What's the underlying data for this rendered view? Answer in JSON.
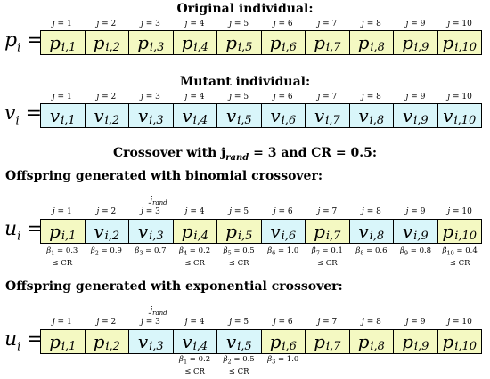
{
  "sections": {
    "original": "Original individual:",
    "mutant": "Mutant individual:",
    "crossover": "Crossover with j",
    "crossover_sub": "rand",
    "crossover_tail": " = 3 and CR = 0.5:",
    "binomial": "Offspring generated with binomial crossover:",
    "exponential": "Offspring generated with exponential crossover:"
  },
  "j_labels": [
    "j = 1",
    "j = 2",
    "j = 3",
    "j = 4",
    "j = 5",
    "j = 6",
    "j = 7",
    "j = 8",
    "j = 9",
    "j = 10"
  ],
  "jrand_label": "j",
  "jrand_sub": "rand",
  "rows": {
    "original": {
      "label": "p",
      "label_sub": "i",
      "eq": " =",
      "cells": [
        {
          "src": "p",
          "sub": "i,1"
        },
        {
          "src": "p",
          "sub": "i,2"
        },
        {
          "src": "p",
          "sub": "i,3"
        },
        {
          "src": "p",
          "sub": "i,4"
        },
        {
          "src": "p",
          "sub": "i,5"
        },
        {
          "src": "p",
          "sub": "i,6"
        },
        {
          "src": "p",
          "sub": "i,7"
        },
        {
          "src": "p",
          "sub": "i,8"
        },
        {
          "src": "p",
          "sub": "i,9"
        },
        {
          "src": "p",
          "sub": "i,10"
        }
      ]
    },
    "mutant": {
      "label": "v",
      "label_sub": "i",
      "eq": " =",
      "cells": [
        {
          "src": "v",
          "sub": "i,1"
        },
        {
          "src": "v",
          "sub": "i,2"
        },
        {
          "src": "v",
          "sub": "i,3"
        },
        {
          "src": "v",
          "sub": "i,4"
        },
        {
          "src": "v",
          "sub": "i,5"
        },
        {
          "src": "v",
          "sub": "i,6"
        },
        {
          "src": "v",
          "sub": "i,7"
        },
        {
          "src": "v",
          "sub": "i,8"
        },
        {
          "src": "v",
          "sub": "i,9"
        },
        {
          "src": "v",
          "sub": "i,10"
        }
      ]
    },
    "binomial": {
      "label": "u",
      "label_sub": "i",
      "eq": " =",
      "cells": [
        {
          "src": "p",
          "sub": "i,1"
        },
        {
          "src": "v",
          "sub": "i,2"
        },
        {
          "src": "v",
          "sub": "i,3"
        },
        {
          "src": "p",
          "sub": "i,4"
        },
        {
          "src": "p",
          "sub": "i,5"
        },
        {
          "src": "v",
          "sub": "i,6"
        },
        {
          "src": "p",
          "sub": "i,7"
        },
        {
          "src": "v",
          "sub": "i,8"
        },
        {
          "src": "v",
          "sub": "i,9"
        },
        {
          "src": "p",
          "sub": "i,10"
        }
      ],
      "betas": [
        {
          "b": "β",
          "s": "1",
          "t": " = 0.3",
          "le": "≤ CR"
        },
        {
          "b": "β",
          "s": "2",
          "t": " = 0.9",
          "le": ""
        },
        {
          "b": "β",
          "s": "3",
          "t": " = 0.7",
          "le": ""
        },
        {
          "b": "β",
          "s": "4",
          "t": " = 0.2",
          "le": "≤ CR"
        },
        {
          "b": "β",
          "s": "5",
          "t": " = 0.5",
          "le": "≤ CR"
        },
        {
          "b": "β",
          "s": "6",
          "t": " = 1.0",
          "le": ""
        },
        {
          "b": "β",
          "s": "7",
          "t": " = 0.1",
          "le": "≤ CR"
        },
        {
          "b": "β",
          "s": "8",
          "t": " = 0.6",
          "le": ""
        },
        {
          "b": "β",
          "s": "9",
          "t": " = 0.8",
          "le": ""
        },
        {
          "b": "β",
          "s": "10",
          "t": " = 0.4",
          "le": "≤ CR"
        }
      ]
    },
    "exponential": {
      "label": "u",
      "label_sub": "i",
      "eq": " =",
      "cells": [
        {
          "src": "p",
          "sub": "i,1"
        },
        {
          "src": "p",
          "sub": "i,2"
        },
        {
          "src": "v",
          "sub": "i,3"
        },
        {
          "src": "v",
          "sub": "i,4"
        },
        {
          "src": "v",
          "sub": "i,5"
        },
        {
          "src": "p",
          "sub": "i,6"
        },
        {
          "src": "p",
          "sub": "i,7"
        },
        {
          "src": "p",
          "sub": "i,8"
        },
        {
          "src": "p",
          "sub": "i,9"
        },
        {
          "src": "p",
          "sub": "i,10"
        }
      ],
      "betas": [
        {
          "b": "",
          "s": "",
          "t": "",
          "le": ""
        },
        {
          "b": "",
          "s": "",
          "t": "",
          "le": ""
        },
        {
          "b": "",
          "s": "",
          "t": "",
          "le": ""
        },
        {
          "b": "β",
          "s": "1",
          "t": " = 0.2",
          "le": "≤ CR"
        },
        {
          "b": "β",
          "s": "2",
          "t": " = 0.5",
          "le": "≤ CR"
        },
        {
          "b": "β",
          "s": "3",
          "t": " = 1.0",
          "le": ""
        },
        {
          "b": "",
          "s": "",
          "t": "",
          "le": ""
        },
        {
          "b": "",
          "s": "",
          "t": "",
          "le": ""
        },
        {
          "b": "",
          "s": "",
          "t": "",
          "le": ""
        },
        {
          "b": "",
          "s": "",
          "t": "",
          "le": ""
        }
      ]
    }
  },
  "colors": {
    "p_cell": "#f4f9c2",
    "v_cell": "#d9f6fa"
  }
}
